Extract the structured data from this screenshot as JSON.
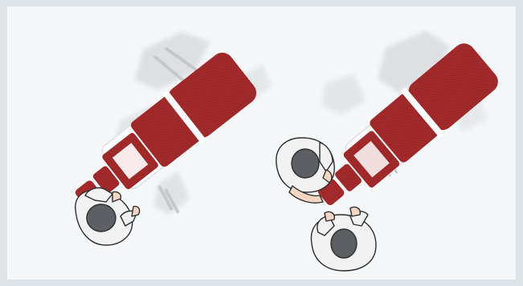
{
  "illustration": {
    "subject": "two-dental-chairs-with-clinicians-top-view",
    "colors": {
      "upholstery": "#a32a2b",
      "upholstery_dark": "#7f1c1d",
      "frame": "#ffffff",
      "head": "#5c6065",
      "skin": "#f4d6c3",
      "scrubs": "#f2f2f2",
      "outline": "#2e2e2e",
      "background": "#f6f7f8",
      "border": "#dfe4e9"
    },
    "figures": [
      {
        "name": "left-chair",
        "icon": "dental-chair"
      },
      {
        "name": "right-chair",
        "icon": "dental-chair"
      },
      {
        "name": "clinician-left",
        "icon": "person-top-view"
      },
      {
        "name": "clinician-right-upper",
        "icon": "person-top-view"
      },
      {
        "name": "clinician-right-lower",
        "icon": "person-top-view"
      }
    ]
  }
}
